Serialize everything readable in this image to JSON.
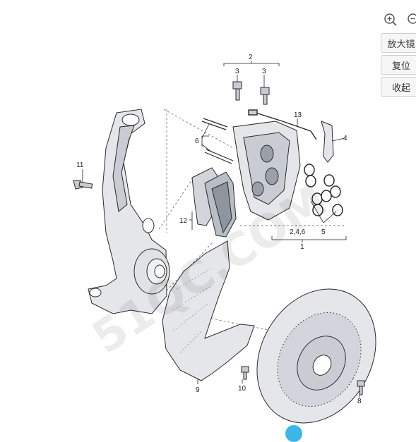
{
  "controls": {
    "zoom_in_icon": "zoom-in-icon",
    "zoom_out_icon": "zoom-out-icon",
    "enlarge_label": "放大镜",
    "reset_label": "复位",
    "collapse_label": "收起"
  },
  "callouts": {
    "c1": "1",
    "c2": "2",
    "c3a": "3",
    "c3b": "3",
    "c4": "4",
    "c5": "5",
    "c6": "6",
    "c8": "8",
    "c9": "9",
    "c10": "10",
    "c11": "11",
    "c12": "12",
    "c13": "13",
    "c246": "2,4,6"
  },
  "watermark": "51QC.COM",
  "colors": {
    "part_fill": "#e4e6ea",
    "part_shade": "#b9bec6",
    "line": "#2a2a2a"
  }
}
